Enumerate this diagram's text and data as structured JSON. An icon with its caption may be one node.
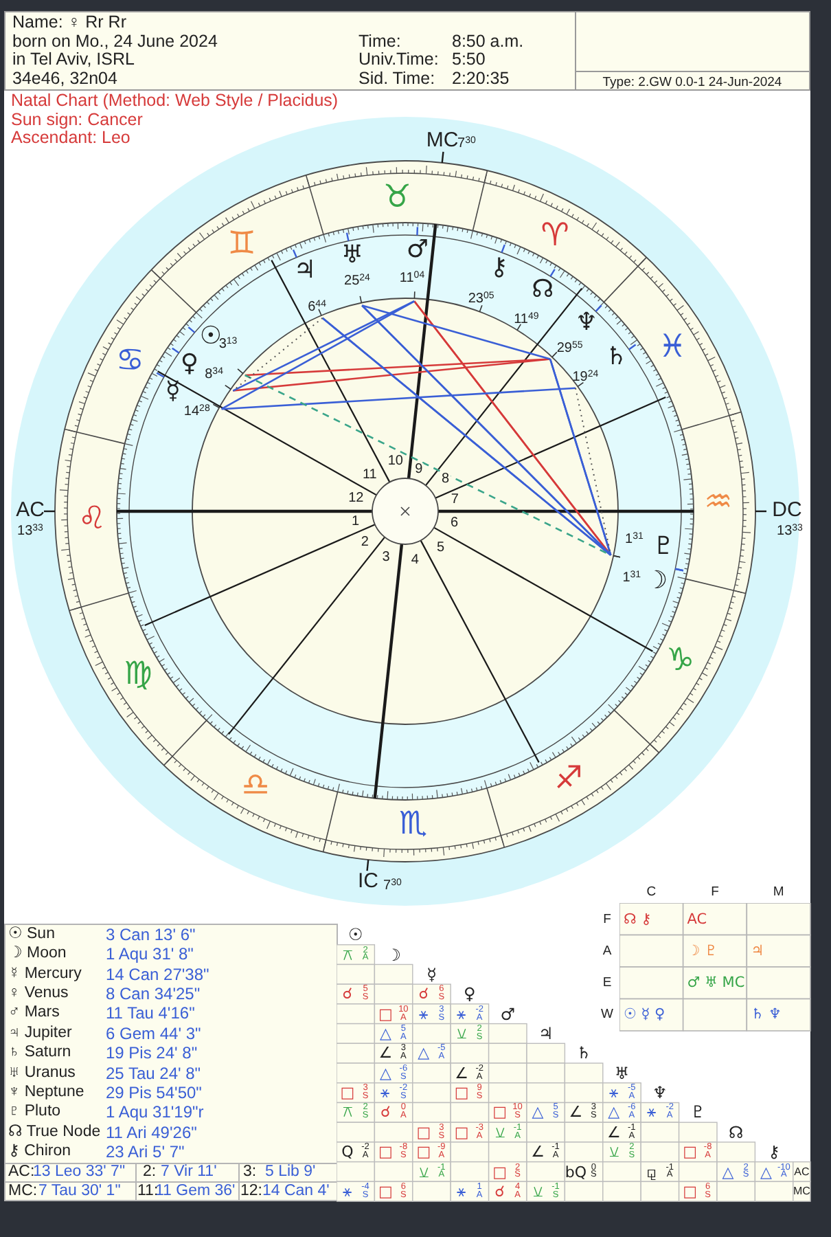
{
  "diagram": {
    "title": "Natal Chart (Method: Web Style / Placidus)",
    "labels": [
      "Name: ♀ Rr Rr",
      "born on Mo., 24 June 2024",
      "in Tel Aviv, ISRL",
      "34e46, 32n04",
      "Time:",
      "8:50 a.m.",
      "Univ.Time:",
      "5:50",
      "Sid. Time:",
      "2:20:35",
      "Type: 2.GW 0.0-1 24-Jun-2024",
      "Sun sign: Cancer",
      "Ascendant: Leo",
      "MC",
      "7$^{30}$",
      "♉",
      "♊",
      "♈",
      "♋",
      "♓",
      "♌",
      "♒",
      "♍",
      "♑",
      "♎",
      "♐",
      "♏",
      "♃",
      "6$^{44}$",
      "♅",
      "25$^{24}$",
      "♂",
      "11$^{04}$",
      "⚷",
      "23$^{05}$",
      "☊",
      "11$^{49}$",
      "♆",
      "29$^{55}$",
      "☉",
      "3$^{13}$",
      "♄",
      "19$^{24}$",
      "♀",
      "8$^{34}$",
      "☿",
      "14$^{28}$",
      "♇",
      "1$^{31}$",
      "☽",
      "1$^{31}$",
      "10",
      "9",
      "11",
      "8",
      "12",
      "7",
      "AC",
      "13$^{33}$",
      "DC",
      "13$^{33}$",
      "1",
      "6",
      "2",
      "5",
      "3",
      "4",
      "IC",
      "7$^{30}$",
      "☉ Sun",
      "3 Can 13' 6\"",
      "☽ Moon",
      "1 Aqu 31' 8\"",
      "☿ Mercury",
      "14 Can 27'38\"",
      "♀ Venus",
      "8 Can 34'25\"",
      "♂ Mars",
      "11 Tau 4'16\"",
      "♃ Jupiter",
      "6 Gem 44' 3\"",
      "♄ Saturn",
      "19 Pis 24' 8\"",
      "♅ Uranus",
      "25 Tau 24' 8\"",
      "♆ Neptune",
      "29 Pis 54'50\"",
      "♇ Pluto",
      "1 Aqu 31'19\"r",
      "☊ True Node",
      "11 Ari 49'26\"",
      "⚷ Chiron",
      "23 Ari 5' 7\"",
      "AC:",
      "13 Leo 33' 7\"",
      "2:",
      "7 Vir 11'",
      "3:",
      "5 Lib 9'",
      "MC:",
      "7 Tau 30' 1\"",
      "11:",
      "11 Gem 36'",
      "12:",
      "14 Can 4'",
      "C",
      "F",
      "M",
      "F",
      "☊ ⚷",
      "AC",
      "A",
      "☽ ♇",
      "♃",
      "E",
      "♂ ♅ MC",
      "W",
      "☉ ☿ ♀",
      "♄ ♆",
      "☉",
      "⚻",
      "2 A",
      "☽",
      "☿",
      "☌",
      "5 S",
      "☌",
      "6 S",
      "♀",
      "□",
      "10 A",
      "⚹",
      "3 S",
      "⚹",
      "-2 A",
      "♂",
      "△",
      "5 A",
      "⚺",
      "2 S",
      "♃",
      "∠",
      "3 A",
      "△",
      "-5 A",
      "♄",
      "△",
      "-6 S",
      "∠",
      "-2 A",
      "♅",
      "□",
      "3 S",
      "⚹",
      "-2 S",
      "□",
      "9 S",
      "⚹",
      "-5 A",
      "♆",
      "⚻",
      "2 S",
      "☌",
      "0 A",
      "□",
      "10 S",
      "△",
      "5 S",
      "∠",
      "3 S",
      "△",
      "-6 A",
      "⚹",
      "-2 A",
      "♇",
      "□",
      "3 S",
      "□",
      "-3 A",
      "⚺",
      "-1 A",
      "∠",
      "-1 A",
      "☊",
      "Q",
      "-2 A",
      "□",
      "-8 S",
      "□",
      "-9 A",
      "∠",
      "-1 A",
      "⚺",
      "2 S",
      "□",
      "-8 A",
      "⚷",
      "⚺",
      "-1 A",
      "□",
      "2 S",
      "bQ",
      "0 S",
      "⚼",
      "-1 A",
      "△",
      "2 S",
      "△",
      "-10 A",
      "AC",
      "⚹",
      "-4 S",
      "□",
      "6 S",
      "⚹",
      "1 A",
      "☌",
      "4 A",
      "⚺",
      "-1 S",
      "□",
      "6 S",
      "MC"
    ]
  }
}
